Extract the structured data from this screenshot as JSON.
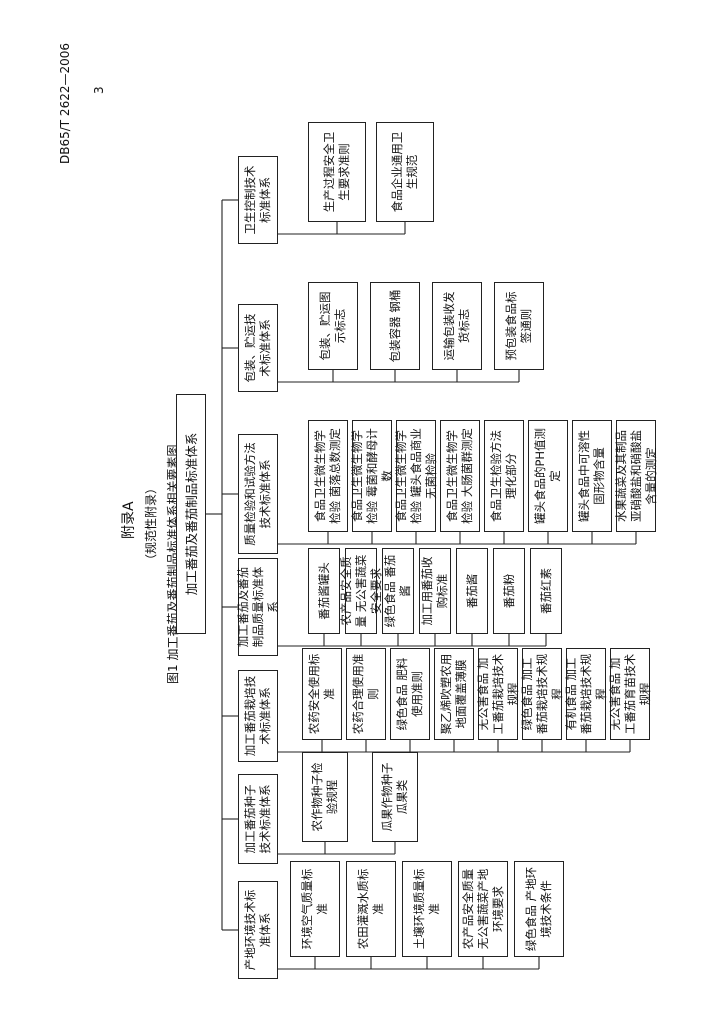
{
  "header": {
    "doc_code": "DB65/T 2622—2006",
    "page_number": "3",
    "appendix_title": "附录A",
    "appendix_note": "（规范性附录）",
    "figure_caption": "图1   加工番茄及番茄制品标准体系相关要素图"
  },
  "root": "加工番茄及番茄制品标准体系",
  "categories": [
    {
      "title": "产地环境技术标准体系",
      "items": [
        "环境空气质量标准",
        "农田灌溉水质标准",
        "土壤环境质量标准",
        "农产品安全质量 无公害蔬菜产地环境要求",
        "绿色食品 产地环境技术条件"
      ]
    },
    {
      "title": "加工番茄种子技术标准体系",
      "items": [
        "农作物种子检验规程",
        "瓜果作物种子 瓜果类"
      ]
    },
    {
      "title": "加工番茄栽培技术标准体系",
      "items": [
        "农药安全使用标准",
        "农药合理使用准则",
        "绿色食品 肥料使用准则",
        "聚乙烯吹塑农用地面覆盖薄膜",
        "无公害食品 加工番茄栽培技术规程",
        "绿色食品 加工番茄栽培技术规程",
        "有机食品 加工番茄栽培技术规程",
        "无公害食品 加工番茄育苗技术规程"
      ]
    },
    {
      "title": "加工番茄及番茄制品质量标准体系",
      "items": [
        "番茄酱罐头",
        "农产品安全质量 无公害蔬菜安全要求",
        "绿色食品 番茄酱",
        "加工用番茄收购标准",
        "番茄酱",
        "番茄粉",
        "番茄红素"
      ]
    },
    {
      "title": "质量检验和试验方法技术标准体系",
      "items": [
        "食品卫生微生物学检验 菌落总数测定",
        "食品卫生微生物学检验 霉菌和酵母计数",
        "食品卫生微生物学检验 罐头食品商业无菌检验",
        "食品卫生微生物学检验 大肠菌群测定",
        "食品卫生检验方法 理化部分",
        "罐头食品的PH值测定",
        "罐头食品中可溶性固形物含量",
        "水果蔬菜及其制品亚硝酸盐和硝酸盐含量的测定"
      ]
    },
    {
      "title": "包装、贮运技术标准体系",
      "items": [
        "包装、贮运图示标志",
        "包装容器 钢桶",
        "运输包装收发货标志",
        "预包装食品标签通则"
      ]
    },
    {
      "title": "卫生控制技术标准体系",
      "items": [
        "生产过程安全卫生要求准则",
        "食品企业通用卫生规范"
      ]
    }
  ]
}
